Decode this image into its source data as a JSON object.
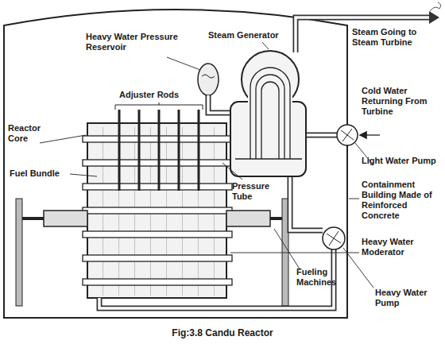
{
  "diagram": {
    "caption": "Fig:3.8 Candu Reactor",
    "labels": [
      "Heavy Water Pressure Reservoir",
      "Steam Generator",
      "Steam Going to Steam Turbine",
      "Adjuster Rods",
      "Cold Water Returning From Turbine",
      "Reactor Core",
      "Fuel Bundle",
      "Light Water Pump",
      "Pressure Tube",
      "Containment Building Made of Reinforced Concrete",
      "Heavy Water Moderator",
      "Fueling Machines",
      "Heavy Water Pump"
    ]
  }
}
